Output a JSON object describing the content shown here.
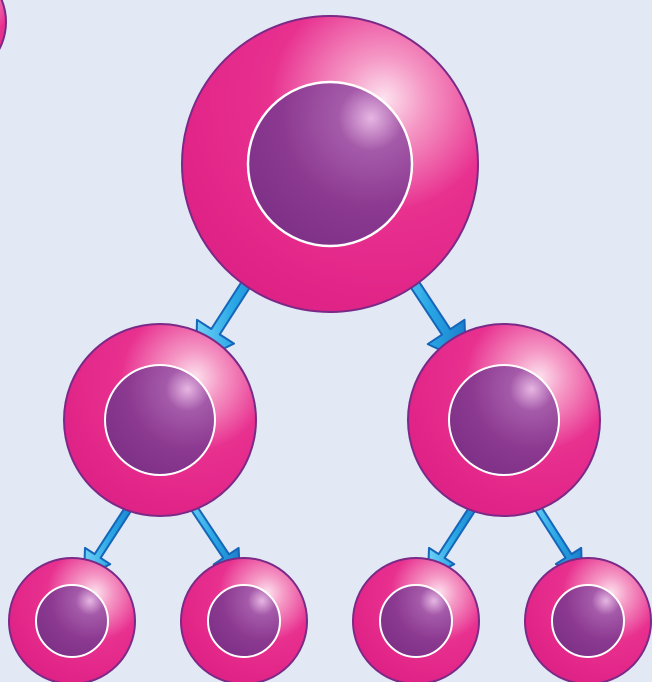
{
  "diagram": {
    "type": "cell-division-tree",
    "levels": [
      1,
      2,
      4
    ],
    "colors": {
      "background": "#e3e8f5",
      "cell_outer": "#e8308f",
      "cell_outer_edge": "#7a2a86",
      "cell_highlight": "#f9b8d8",
      "nucleus": "#8c3a91",
      "nucleus_highlight": "#c47cc2",
      "nucleus_ring": "#ffffff",
      "arrow_fill": "#29a7e5",
      "arrow_edge": "#1565b8"
    },
    "icons": [
      "cell-icon",
      "nucleus-icon",
      "division-arrow-icon"
    ]
  }
}
